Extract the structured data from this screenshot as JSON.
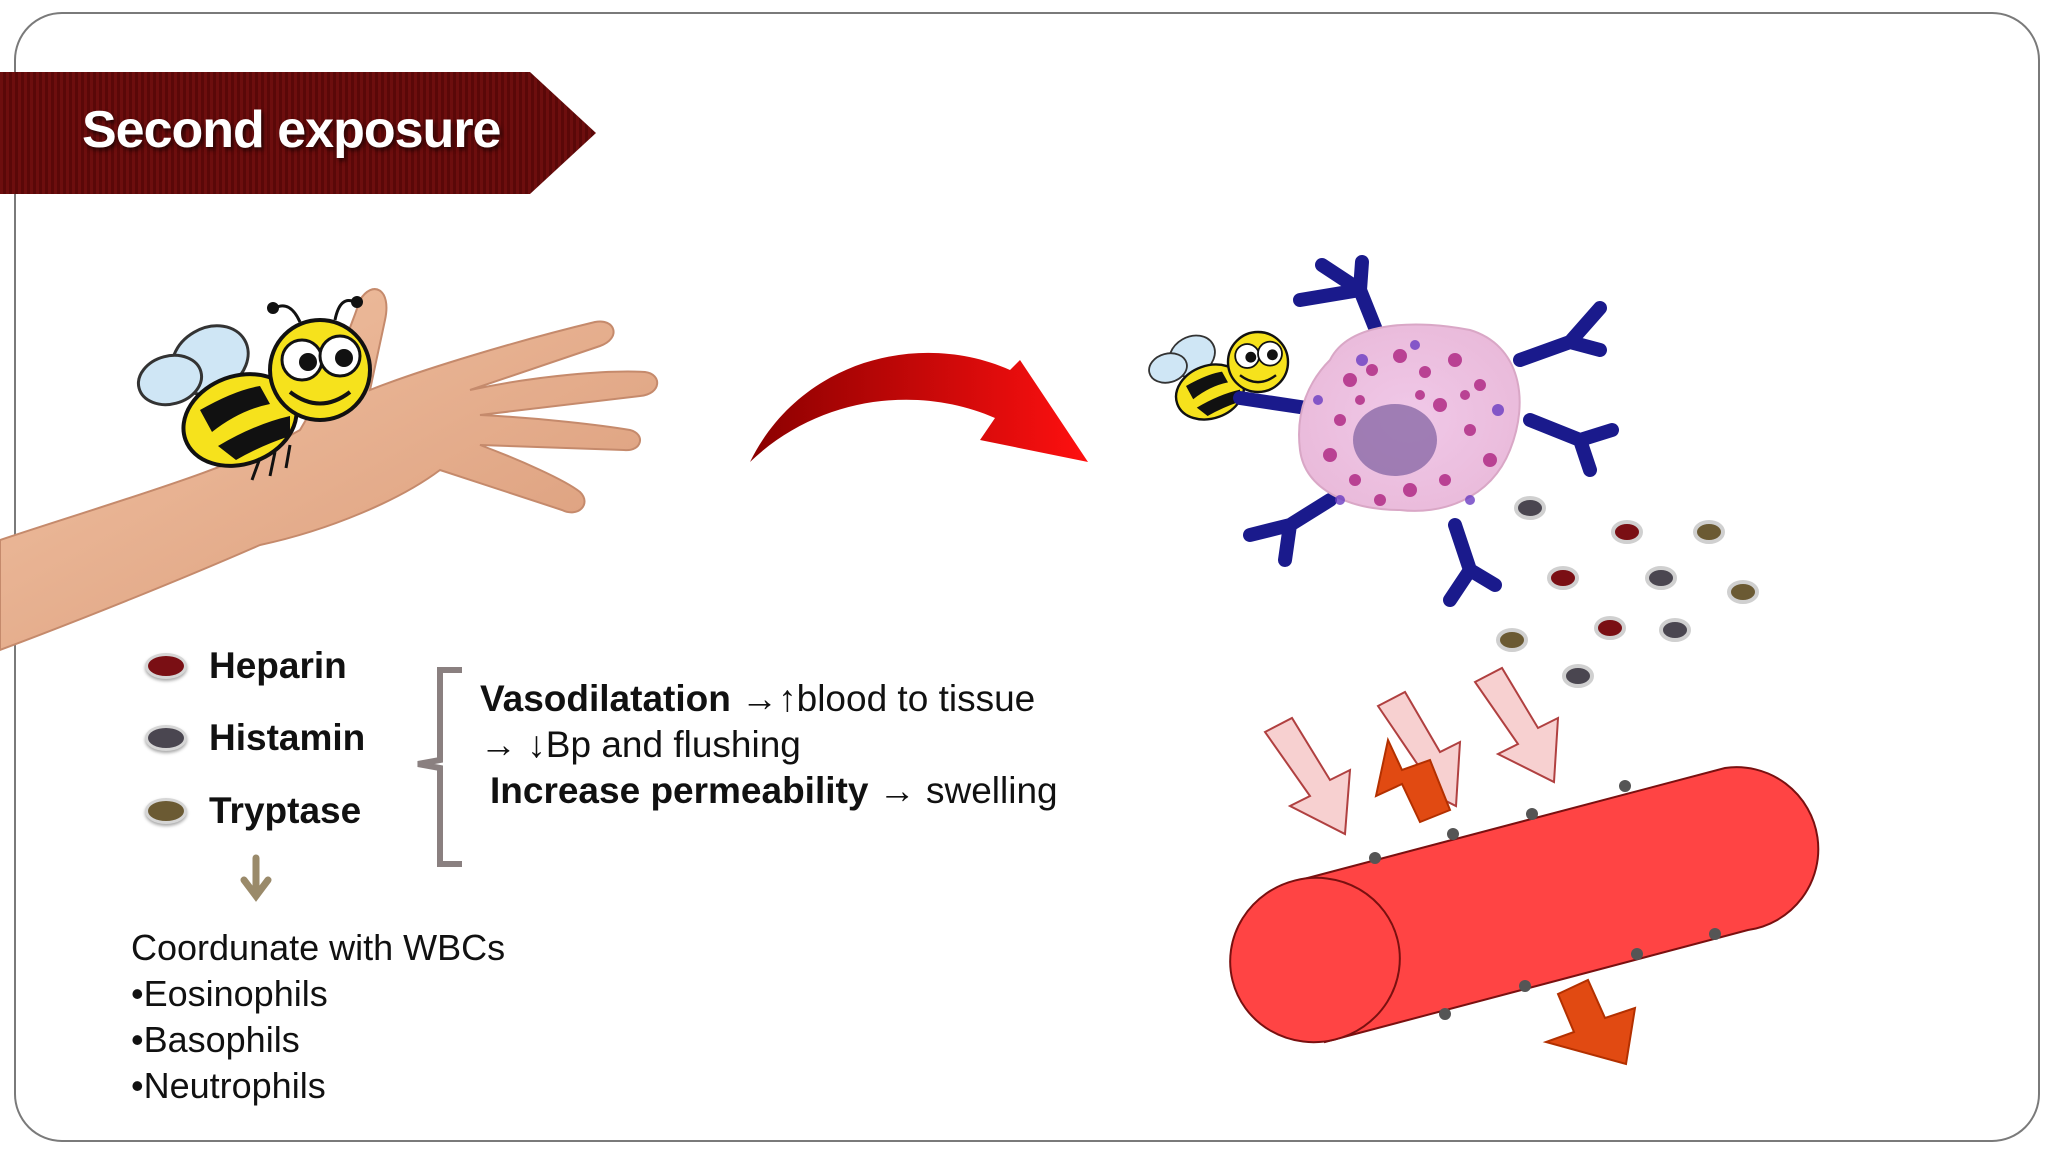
{
  "banner": {
    "title": "Second exposure"
  },
  "mediators": [
    {
      "label": "Heparin",
      "color": "#7a0f14"
    },
    {
      "label": "Histamin",
      "color": "#4a4650"
    },
    {
      "label": "Tryptase",
      "color": "#6b5a33"
    }
  ],
  "effects": {
    "line1_bold": "Vasodilatation",
    "line1_rest": " →↑blood to tissue",
    "line2": "→ ↓Bp and flushing",
    "line3_bold": "Increase permeability",
    "line3_rest": " → swelling"
  },
  "wbc": {
    "heading": "Coordunate with WBCs",
    "items": [
      "•Eosinophils",
      "•Basophils",
      "•Neutrophils"
    ]
  },
  "colors": {
    "banner": "#6d0e0e",
    "vessel": "#ff4444",
    "antibody": "#1a1a8c",
    "curved_arrow": "#d40000",
    "flow_arrow": "#e14a12"
  }
}
